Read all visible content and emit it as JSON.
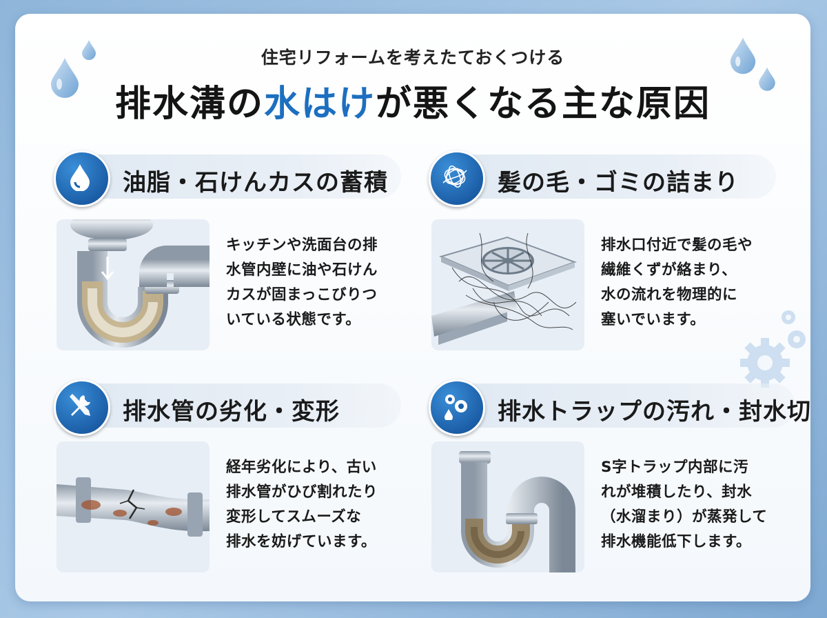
{
  "header": {
    "subtitle": "住宅リフォームを考えたておくつける",
    "title_part1": "排水溝の",
    "title_highlight": "水はけ",
    "title_part2": "が悪くなる主な原因"
  },
  "colors": {
    "accent_blue": "#1d6fbf",
    "badge_blue": "#1c5fa8",
    "text_dark": "#1a1a1a"
  },
  "sections": [
    {
      "icon": "water-drop-icon",
      "title": "油脂・石けんカスの蓄積",
      "description": "キッチンや洗面台の排\n水管内壁に油や石けん\nカスが固まっこびりつ\nいている状態です。"
    },
    {
      "icon": "hair-tangle-icon",
      "title": "髪の毛・ゴミの詰まり",
      "description": "排水口付近で髪の毛や\n繊維くずが絡まり、\n水の流れを物理的に\n塞いでいます。"
    },
    {
      "icon": "tools-icon",
      "title": "排水管の劣化・変形",
      "description": "経年劣化により、古い\n排水管がひび割れたり\n変形してスムーズな\n排水を妨げています。"
    },
    {
      "icon": "gear-drop-icon",
      "title": "排水トラップの汚れ・封水切れ",
      "description": "S字トラップ内部に汚\nれが堆積したり、封水\n（水溜まり）が蒸発して\n排水機能低下します。"
    }
  ]
}
